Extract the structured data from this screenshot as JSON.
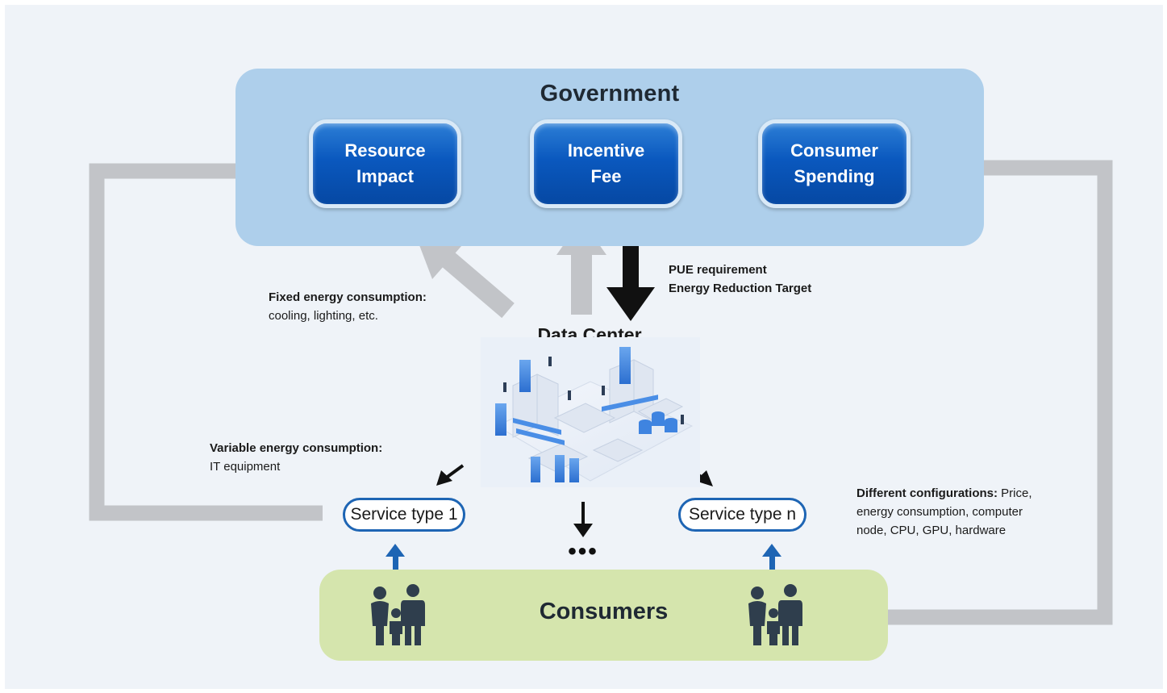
{
  "government": {
    "title": "Government",
    "boxes": [
      {
        "line1": "Resource",
        "line2": "Impact"
      },
      {
        "line1": "Incentive",
        "line2": "Fee"
      },
      {
        "line1": "Consumer",
        "line2": "Spending"
      }
    ]
  },
  "notes": {
    "pue_line1": "PUE requirement",
    "pue_line2": "Energy Reduction Target",
    "fixed_bold": "Fixed energy consumption:",
    "fixed_text": "cooling, lighting, etc.",
    "variable_bold": "Variable energy consumption:",
    "variable_text": "IT equipment",
    "config_bold": "Different configurations:",
    "config_text1": "Price,",
    "config_text2": "energy consumption, computer",
    "config_text3": "node, CPU, GPU, hardware"
  },
  "data_center": {
    "title": "Data Center"
  },
  "services": {
    "first": "Service type 1",
    "last": "Service type n",
    "ellipsis": "•••"
  },
  "consumers": {
    "label": "Consumers"
  },
  "colors": {
    "background": "#eff3f8",
    "government_panel": "#aecfeb",
    "button_blue": "#0a58be",
    "consumers_panel": "#d5e5ad",
    "grey_arrow": "#c2c4c8",
    "service_border": "#1e65b4",
    "family_icon": "#2f3e4d"
  }
}
